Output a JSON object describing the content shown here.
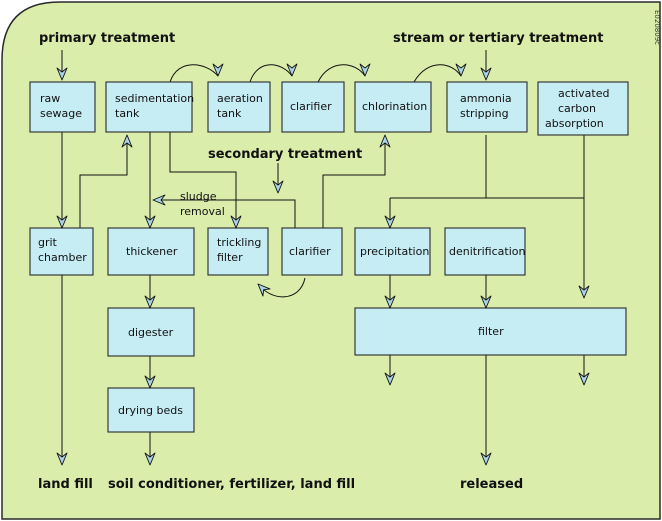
{
  "headings": {
    "primary": "primary treatment",
    "tertiary": "stream or tertiary treatment",
    "secondary": "secondary treatment"
  },
  "boxes": {
    "raw_sewage": [
      "raw",
      "sewage"
    ],
    "sedimentation_tank": [
      "sedimentation",
      "tank"
    ],
    "aeration_tank": [
      "aeration",
      "tank"
    ],
    "clarifier_top": [
      "clarifier"
    ],
    "chlorination": [
      "chlorination"
    ],
    "ammonia_stripping": [
      "ammonia",
      "stripping"
    ],
    "activated_carbon": [
      "activated",
      "carbon",
      "absorption"
    ],
    "grit_chamber": [
      "grit",
      "chamber"
    ],
    "thickener": [
      "thickener"
    ],
    "trickling_filter": [
      "trickling",
      "filter"
    ],
    "clarifier_mid": [
      "clarifier"
    ],
    "precipitation": [
      "precipitation"
    ],
    "denitrification": [
      "denitrification"
    ],
    "digester": [
      "digester"
    ],
    "filter": [
      "filter"
    ],
    "drying_beds": [
      "drying beds"
    ]
  },
  "sludge_label": [
    "sludge",
    "removal"
  ],
  "outputs": {
    "land_fill": "land fill",
    "soil": "soil conditioner, fertilizer, land fill",
    "released": "released"
  },
  "figure_code": "E020809c",
  "colors": {
    "background": "#dbedab",
    "box_fill": "#c6ecf4",
    "arrowhead_fill": "#a9d3e6",
    "line": "#111111"
  }
}
